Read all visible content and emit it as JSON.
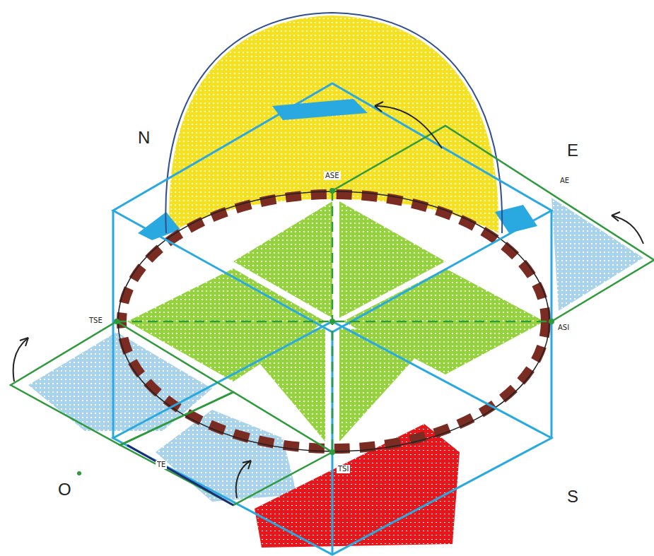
{
  "diagram": {
    "labels": [
      "N",
      "E",
      "O",
      "S",
      "ASE",
      "AE",
      "TSE",
      "ASI",
      "TE",
      "TSI"
    ]
  }
}
